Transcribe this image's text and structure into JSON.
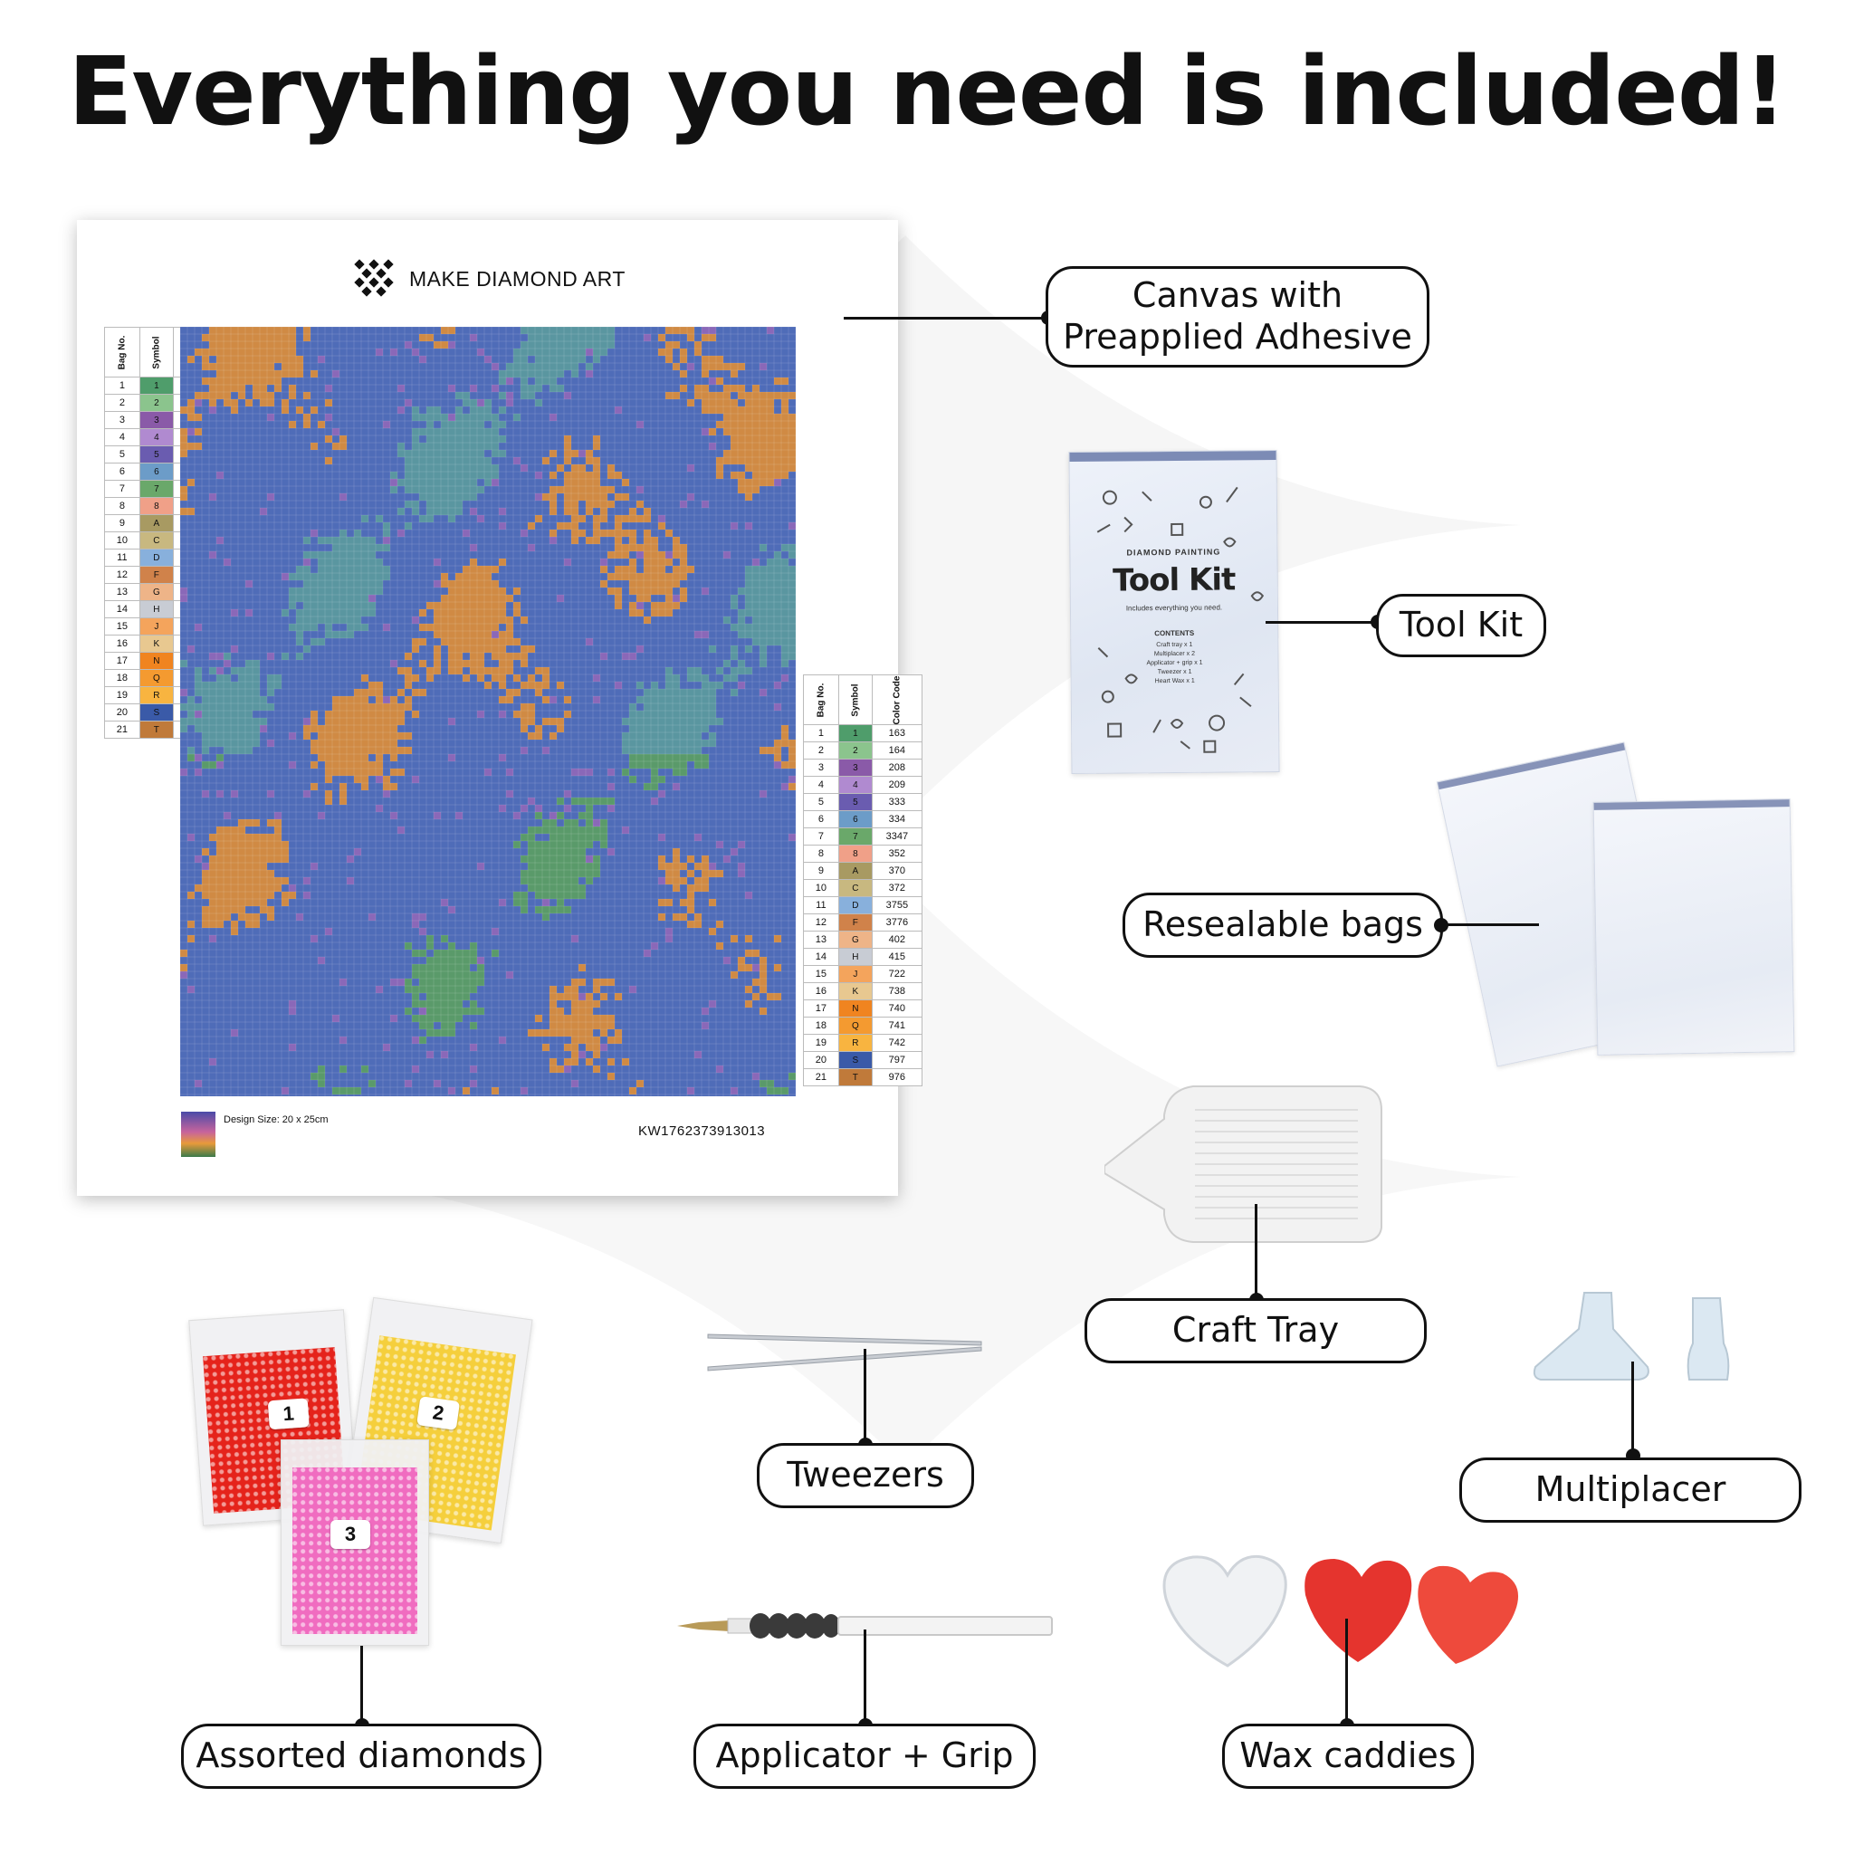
{
  "headline": "Everything you need is included!",
  "canvas": {
    "brand": "MAKE DIAMOND ART",
    "design_size": "Design Size: 20 x 25cm",
    "kit_id": "KW17623739130​13",
    "legend_headers": [
      "Bag No.",
      "Symbol",
      "Color Code"
    ],
    "legend_rows": [
      {
        "bag": "1",
        "symbol": "1",
        "code": "163",
        "color": "#4f9d6b"
      },
      {
        "bag": "2",
        "symbol": "2",
        "code": "164",
        "color": "#8bc48d"
      },
      {
        "bag": "3",
        "symbol": "3",
        "code": "208",
        "color": "#8a5aa8"
      },
      {
        "bag": "4",
        "symbol": "4",
        "code": "209",
        "color": "#b08ad0"
      },
      {
        "bag": "5",
        "symbol": "5",
        "code": "333",
        "color": "#6a5cb0"
      },
      {
        "bag": "6",
        "symbol": "6",
        "code": "334",
        "color": "#6c9cc8"
      },
      {
        "bag": "7",
        "symbol": "7",
        "code": "3347",
        "color": "#6aa86a"
      },
      {
        "bag": "8",
        "symbol": "8",
        "code": "352",
        "color": "#f0a088"
      },
      {
        "bag": "9",
        "symbol": "A",
        "code": "370",
        "color": "#a89a62"
      },
      {
        "bag": "10",
        "symbol": "C",
        "code": "372",
        "color": "#c8b880"
      },
      {
        "bag": "11",
        "symbol": "D",
        "code": "3755",
        "color": "#88b0dc"
      },
      {
        "bag": "12",
        "symbol": "F",
        "code": "3776",
        "color": "#d0824a"
      },
      {
        "bag": "13",
        "symbol": "G",
        "code": "402",
        "color": "#eeb488"
      },
      {
        "bag": "14",
        "symbol": "H",
        "code": "415",
        "color": "#c8ccd4"
      },
      {
        "bag": "15",
        "symbol": "J",
        "code": "722",
        "color": "#f4a45c"
      },
      {
        "bag": "16",
        "symbol": "K",
        "code": "738",
        "color": "#e8c890"
      },
      {
        "bag": "17",
        "symbol": "N",
        "code": "740",
        "color": "#f08420"
      },
      {
        "bag": "18",
        "symbol": "Q",
        "code": "741",
        "color": "#f49a30"
      },
      {
        "bag": "19",
        "symbol": "R",
        "code": "742",
        "color": "#f8b440"
      },
      {
        "bag": "20",
        "symbol": "S",
        "code": "797",
        "color": "#3a5aa8"
      },
      {
        "bag": "21",
        "symbol": "T",
        "code": "976",
        "color": "#c07a3a"
      }
    ]
  },
  "tool_kit": {
    "small_title": "DIAMOND PAINTING",
    "title": "Tool Kit",
    "subtitle": "Includes everything you need.",
    "contents_heading": "CONTENTS",
    "contents": [
      "Craft tray x 1",
      "Multiplacer x 2",
      "Applicator + grip x 1",
      "Tweezer x 1",
      "Heart Wax x 1"
    ]
  },
  "diamond_bags": [
    {
      "number": "1",
      "color": "#e5231b"
    },
    {
      "number": "2",
      "color": "#f5cf3c"
    },
    {
      "number": "3",
      "color": "#f06cc0"
    }
  ],
  "labels": {
    "canvas": "Canvas with Preapplied Adhesive",
    "tool_kit": "Tool Kit",
    "resealable_bags": "Resealable bags",
    "craft_tray": "Craft Tray",
    "tweezers": "Tweezers",
    "multiplacer": "Multiplacer",
    "assorted_diamonds": "Assorted diamonds",
    "applicator_grip": "Applicator + Grip",
    "wax_caddies": "Wax caddies"
  },
  "colors": {
    "grid_base": "#4f6cb8",
    "grid_orange": "#d08a44",
    "grid_teal": "#5a96a0",
    "grid_purple": "#8a68b8",
    "grid_green": "#5a9a6a",
    "wax_red": "#e5342e",
    "text": "#111111"
  }
}
